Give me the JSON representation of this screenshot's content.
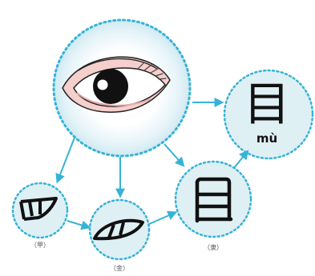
{
  "colors": {
    "dotted_ring": "#35b3d6",
    "circle_fill": "#dff0f5",
    "arrow": "#35b3d6",
    "ink": "#111111",
    "eye_skin": "#f3c2bf"
  },
  "nodes": {
    "pictograph": {
      "icon": "eye-illustration-icon"
    },
    "oracle": {
      "icon": "oracle-bone-eye-glyph-icon",
      "caption": "（甲）"
    },
    "bronze": {
      "icon": "bronze-eye-glyph-icon",
      "caption": "（金）"
    },
    "clerical": {
      "icon": "clerical-mu-glyph-icon",
      "caption": "（隶）"
    },
    "modern": {
      "character": "目",
      "pinyin": "mù"
    }
  }
}
